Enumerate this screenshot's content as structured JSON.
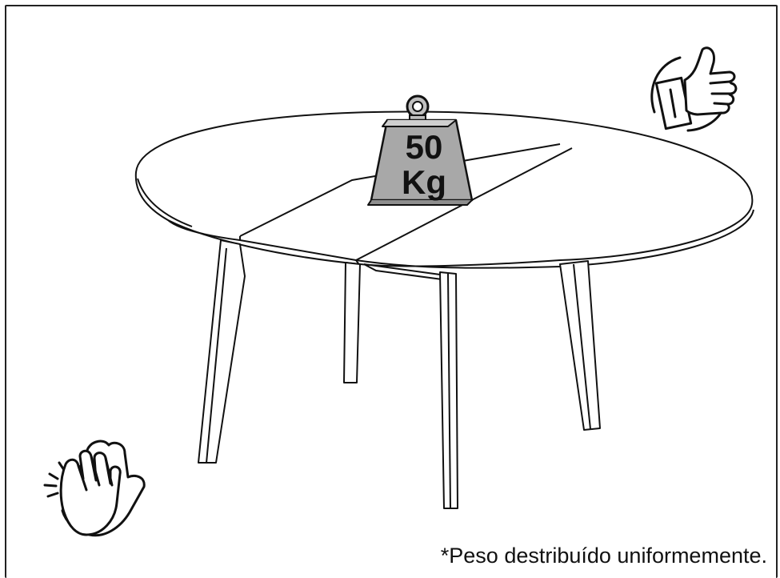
{
  "weight": {
    "value": "50",
    "unit": "Kg"
  },
  "footnote": "*Peso destribuído uniformemente.",
  "icons": {
    "thumbs_up": "thumbs-up-icon",
    "clapping_hands": "clapping-hands-icon",
    "weight": "weight-icon"
  },
  "colors": {
    "weight_fill": "#a8a8a8",
    "line": "#111111",
    "background": "#ffffff"
  }
}
